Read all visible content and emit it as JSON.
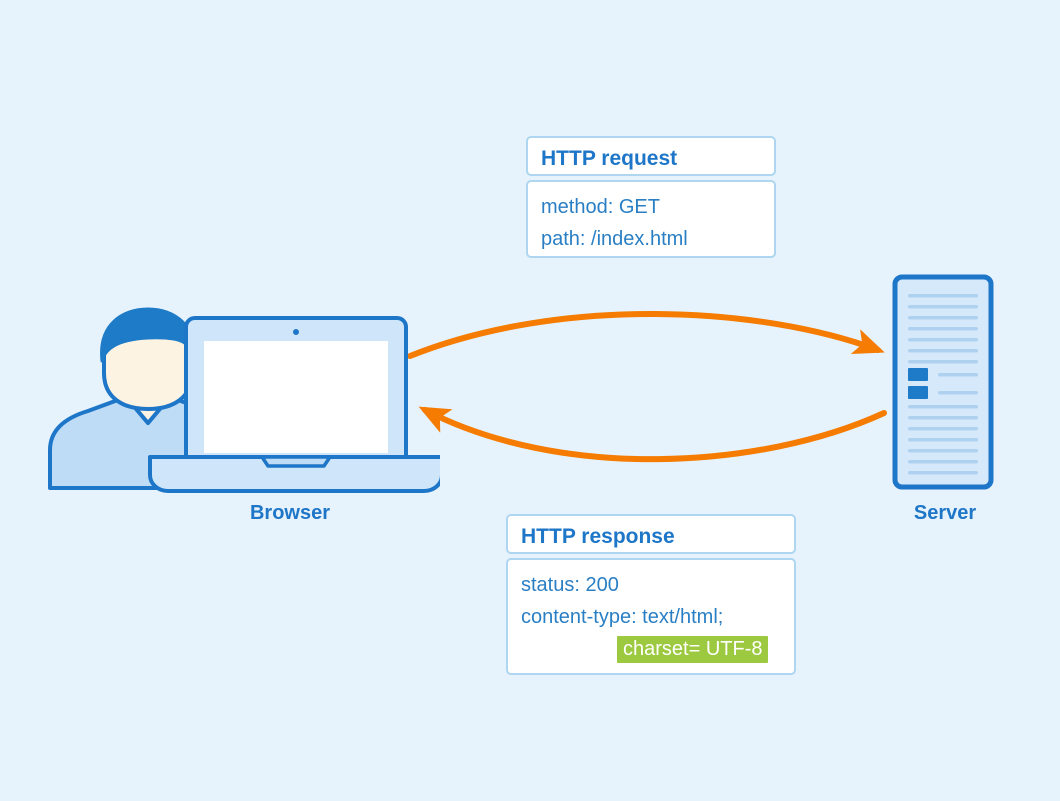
{
  "diagram": {
    "title_visible": false,
    "background_color": "#e6f2fc",
    "accent_blue": "#1e76c8",
    "arrow_color": "#f57c00",
    "highlight_green": "#9cc93f"
  },
  "nodes": [
    {
      "id": "browser",
      "label": "Browser",
      "icon": "laptop-with-user-icon"
    },
    {
      "id": "server",
      "label": "Server",
      "icon": "server-rack-icon"
    }
  ],
  "arrows": [
    {
      "id": "request-arrow",
      "from": "browser",
      "to": "server",
      "direction": "right",
      "color": "#f57c00"
    },
    {
      "id": "response-arrow",
      "from": "server",
      "to": "browser",
      "direction": "left",
      "color": "#f57c00"
    }
  ],
  "request_box": {
    "title": "HTTP request",
    "lines": [
      {
        "text": "method: GET",
        "highlight": false,
        "indent": false
      },
      {
        "text": "path: /index.html",
        "highlight": false,
        "indent": false
      }
    ]
  },
  "response_box": {
    "title": "HTTP response",
    "lines": [
      {
        "text": "status: 200",
        "highlight": false,
        "indent": false
      },
      {
        "text": "content-type: text/html;",
        "highlight": false,
        "indent": false
      },
      {
        "text": "charset= UTF-8",
        "highlight": true,
        "indent": true
      }
    ]
  },
  "server_graphic": {
    "led_count": 2,
    "line_count": 18
  }
}
